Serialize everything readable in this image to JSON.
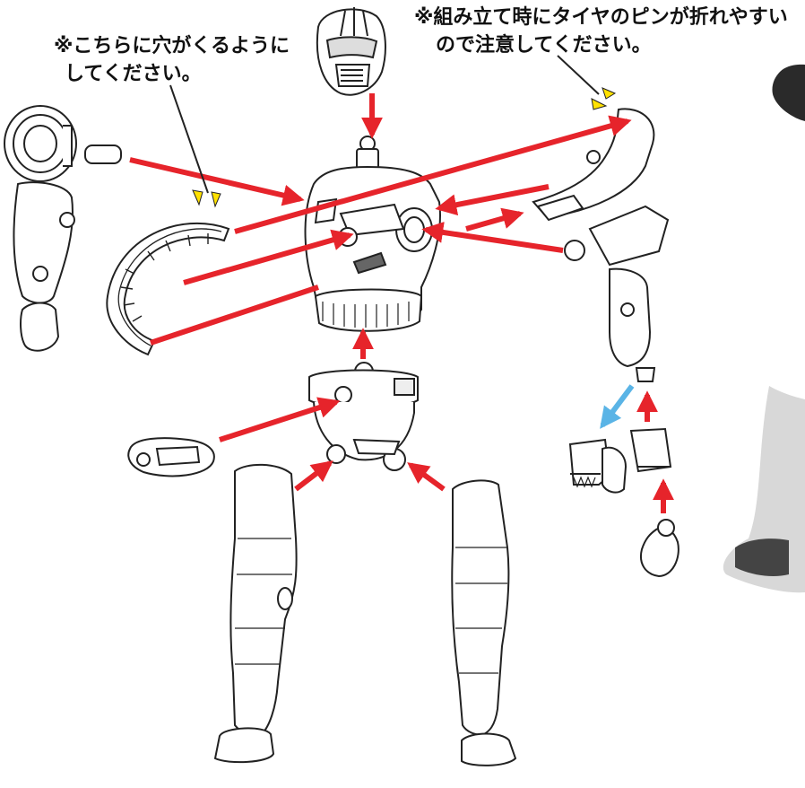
{
  "notes": {
    "left_line1": "※こちらに穴がくるように",
    "left_line2": "してください。",
    "right_line1": "※組み立て時にタイヤのピンが折れやすい",
    "right_line2": "ので注意してください。"
  },
  "colors": {
    "arrow": "#e6242b",
    "blue_arrow": "#5ab4e6",
    "callout": "#ffe100",
    "line": "#222222",
    "part_fill": "#ffffff",
    "photo_fill": "#d8d8d8",
    "photo_dark": "#2a2a2a"
  },
  "parts": {
    "head": "head-part",
    "torso": "torso-part",
    "waist": "waist-part",
    "left_arm": "left-arm-part",
    "right_arm": "right-arm-part",
    "tire_left": "tire-left-part",
    "tire_right": "tire-right-part",
    "belt_buckle": "belt-buckle-part",
    "left_leg": "left-leg-part",
    "right_leg": "right-leg-part",
    "hand_parts": "hand-parts"
  }
}
